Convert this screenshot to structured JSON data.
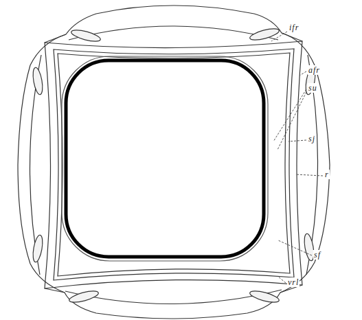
{
  "diagram": {
    "labels": [
      "ifr",
      "afr",
      "su",
      "sj",
      "r",
      "sf",
      "vrl"
    ]
  }
}
